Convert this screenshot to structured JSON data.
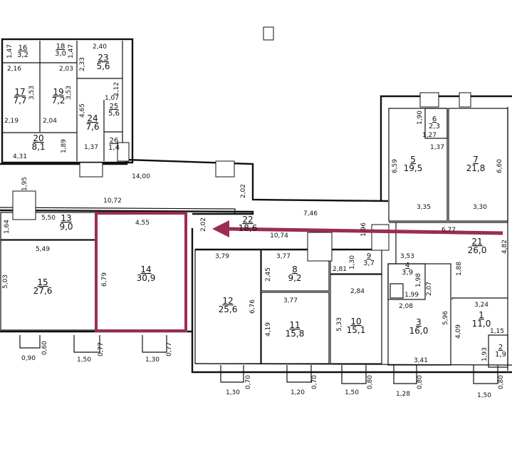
{
  "plan": {
    "highlight_color": "#9b2d4f",
    "highlighted_room": "14",
    "arrow_direction": "left"
  },
  "rooms": [
    {
      "number": "16",
      "area": "3,2"
    },
    {
      "number": "18",
      "area": "3,0"
    },
    {
      "number": "23",
      "area": "5,6"
    },
    {
      "number": "17",
      "area": "7,7"
    },
    {
      "number": "19",
      "area": "7,2"
    },
    {
      "number": "24",
      "area": "7,6"
    },
    {
      "number": "25",
      "area": "5,6"
    },
    {
      "number": "26",
      "area": "1,4"
    },
    {
      "number": "20",
      "area": "8,1"
    },
    {
      "number": "13",
      "area": "9,0"
    },
    {
      "number": "15",
      "area": "27,6"
    },
    {
      "number": "14",
      "area": "30,9"
    },
    {
      "number": "22",
      "area": "18,6"
    },
    {
      "number": "12",
      "area": "25,6"
    },
    {
      "number": "8",
      "area": "9,2"
    },
    {
      "number": "11",
      "area": "15,8"
    },
    {
      "number": "9",
      "area": "3,7"
    },
    {
      "number": "10",
      "area": "15,1"
    },
    {
      "number": "5",
      "area": "19,5"
    },
    {
      "number": "7",
      "area": "21,8"
    },
    {
      "number": "6",
      "area": "2,3"
    },
    {
      "number": "21",
      "area": "26,0"
    },
    {
      "number": "4",
      "area": "3,9"
    },
    {
      "number": "3",
      "area": "16,0"
    },
    {
      "number": "1",
      "area": "11,0"
    },
    {
      "number": "2",
      "area": "1,9"
    }
  ],
  "dimensions": [
    "1,47",
    "1,47",
    "2,16",
    "2,03",
    "2,40",
    "2,33",
    "3,53",
    "3,53",
    "4,65",
    "1,12",
    "1,07",
    "2,19",
    "2,04",
    "1,89",
    "1,37",
    "4,31",
    "14,00",
    "1,95",
    "10,72",
    "5,50",
    "1,64",
    "4,55",
    "5,49",
    "5,03",
    "6,79",
    "2,02",
    "2,02",
    "7,46",
    "10,74",
    "1,96",
    "3,79",
    "3,77",
    "2,45",
    "2,81",
    "1,30",
    "3,77",
    "2,84",
    "6,76",
    "4,19",
    "5,33",
    "1,90",
    "1,27",
    "1,37",
    "6,59",
    "6,60",
    "3,35",
    "3,30",
    "6,77",
    "4,82",
    "3,53",
    "1,98",
    "2,07",
    "1,99",
    "1,88",
    "2,08",
    "5,96",
    "3,24",
    "4,09",
    "1,15",
    "1,93",
    "3,41",
    "0,90",
    "0,60",
    "1,50",
    "0,77",
    "1,30",
    "0,77",
    "1,30",
    "0,70",
    "1,20",
    "0,70",
    "1,50",
    "0,80",
    "1,28",
    "0,80",
    "1,50",
    "0,80"
  ]
}
